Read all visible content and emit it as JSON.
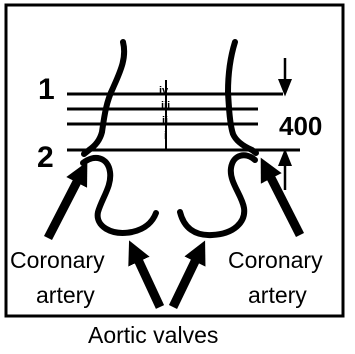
{
  "labels": {
    "level_1": "1",
    "level_2": "2",
    "distance": "400",
    "iv": "iv",
    "iii": "iii",
    "ii": "ii",
    "i": "i",
    "coronary_left_line1": "Coronary",
    "coronary_left_line2": "artery",
    "coronary_right_line1": "Coronary",
    "coronary_right_line2": "artery",
    "aortic_valves": "Aortic valves"
  }
}
